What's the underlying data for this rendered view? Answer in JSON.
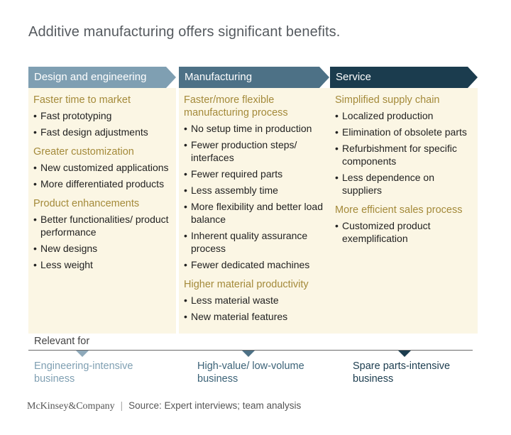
{
  "title": "Additive manufacturing offers significant benefits.",
  "columns": [
    {
      "header": "Design and engineering",
      "sections": [
        {
          "heading": "Faster time to market",
          "items": [
            "Fast prototyping",
            "Fast design adjustments"
          ]
        },
        {
          "heading": "Greater customization",
          "items": [
            "New customized applications",
            "More differentiated products"
          ]
        },
        {
          "heading": "Product enhancements",
          "items": [
            "Better functionalities/ product performance",
            "New designs",
            "Less weight"
          ]
        }
      ]
    },
    {
      "header": "Manufacturing",
      "sections": [
        {
          "heading": "Faster/more flexible manufacturing process",
          "items": [
            "No setup time in production",
            "Fewer production steps/ interfaces",
            "Fewer required parts",
            "Less assembly time",
            "More flexibility and better load balance",
            "Inherent quality assurance process",
            "Fewer dedicated machines"
          ]
        },
        {
          "heading": "Higher material productivity",
          "items": [
            "Less material waste",
            "New material features"
          ]
        }
      ]
    },
    {
      "header": "Service",
      "sections": [
        {
          "heading": "Simplified supply chain",
          "items": [
            "Localized production",
            "Elimination of obsolete parts",
            "Refurbishment for specific components",
            "Less dependence on suppliers"
          ]
        },
        {
          "heading": "More efficient sales process",
          "items": [
            "Customized product exemplification"
          ]
        }
      ]
    }
  ],
  "relevant": {
    "label": "Relevant for",
    "items": [
      "Engineering-intensive business",
      "High-value/ low-volume business",
      "Spare parts-intensive business"
    ]
  },
  "footer": {
    "brand": "McKinsey&Company",
    "source": "Source: Expert interviews; team analysis"
  },
  "colors": {
    "design": "#7f9fb2",
    "manufacturing": "#4d7186",
    "service": "#1b3c4e",
    "panel": "#fbf6e4",
    "subheading": "#a48a3a"
  }
}
